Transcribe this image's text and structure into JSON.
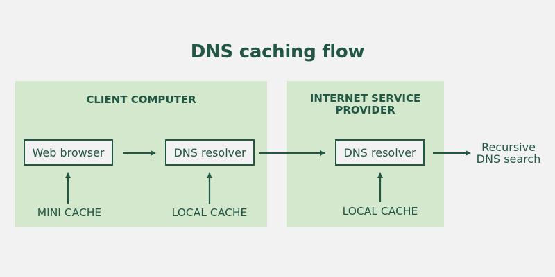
{
  "title": "DNS caching flow",
  "colors": {
    "background": "#f2f2f2",
    "panel": "#d3e8cd",
    "accent": "#215744"
  },
  "panels": {
    "client": {
      "title": "CLIENT COMPUTER",
      "nodes": [
        {
          "label": "Web browser",
          "cache": "MINI CACHE"
        },
        {
          "label": "DNS resolver",
          "cache": "LOCAL CACHE"
        }
      ]
    },
    "isp": {
      "title_line1": "INTERNET SERVICE",
      "title_line2": "PROVIDER",
      "nodes": [
        {
          "label": "DNS resolver",
          "cache": "LOCAL CACHE"
        }
      ]
    }
  },
  "external": {
    "line1": "Recursive",
    "line2": "DNS search"
  },
  "edges": [
    {
      "from": "Web browser",
      "to": "DNS resolver (client)"
    },
    {
      "from": "DNS resolver (client)",
      "to": "DNS resolver (ISP)"
    },
    {
      "from": "DNS resolver (ISP)",
      "to": "Recursive DNS search"
    },
    {
      "from": "MINI CACHE",
      "to": "Web browser"
    },
    {
      "from": "LOCAL CACHE (client)",
      "to": "DNS resolver (client)"
    },
    {
      "from": "LOCAL CACHE (ISP)",
      "to": "DNS resolver (ISP)"
    }
  ]
}
